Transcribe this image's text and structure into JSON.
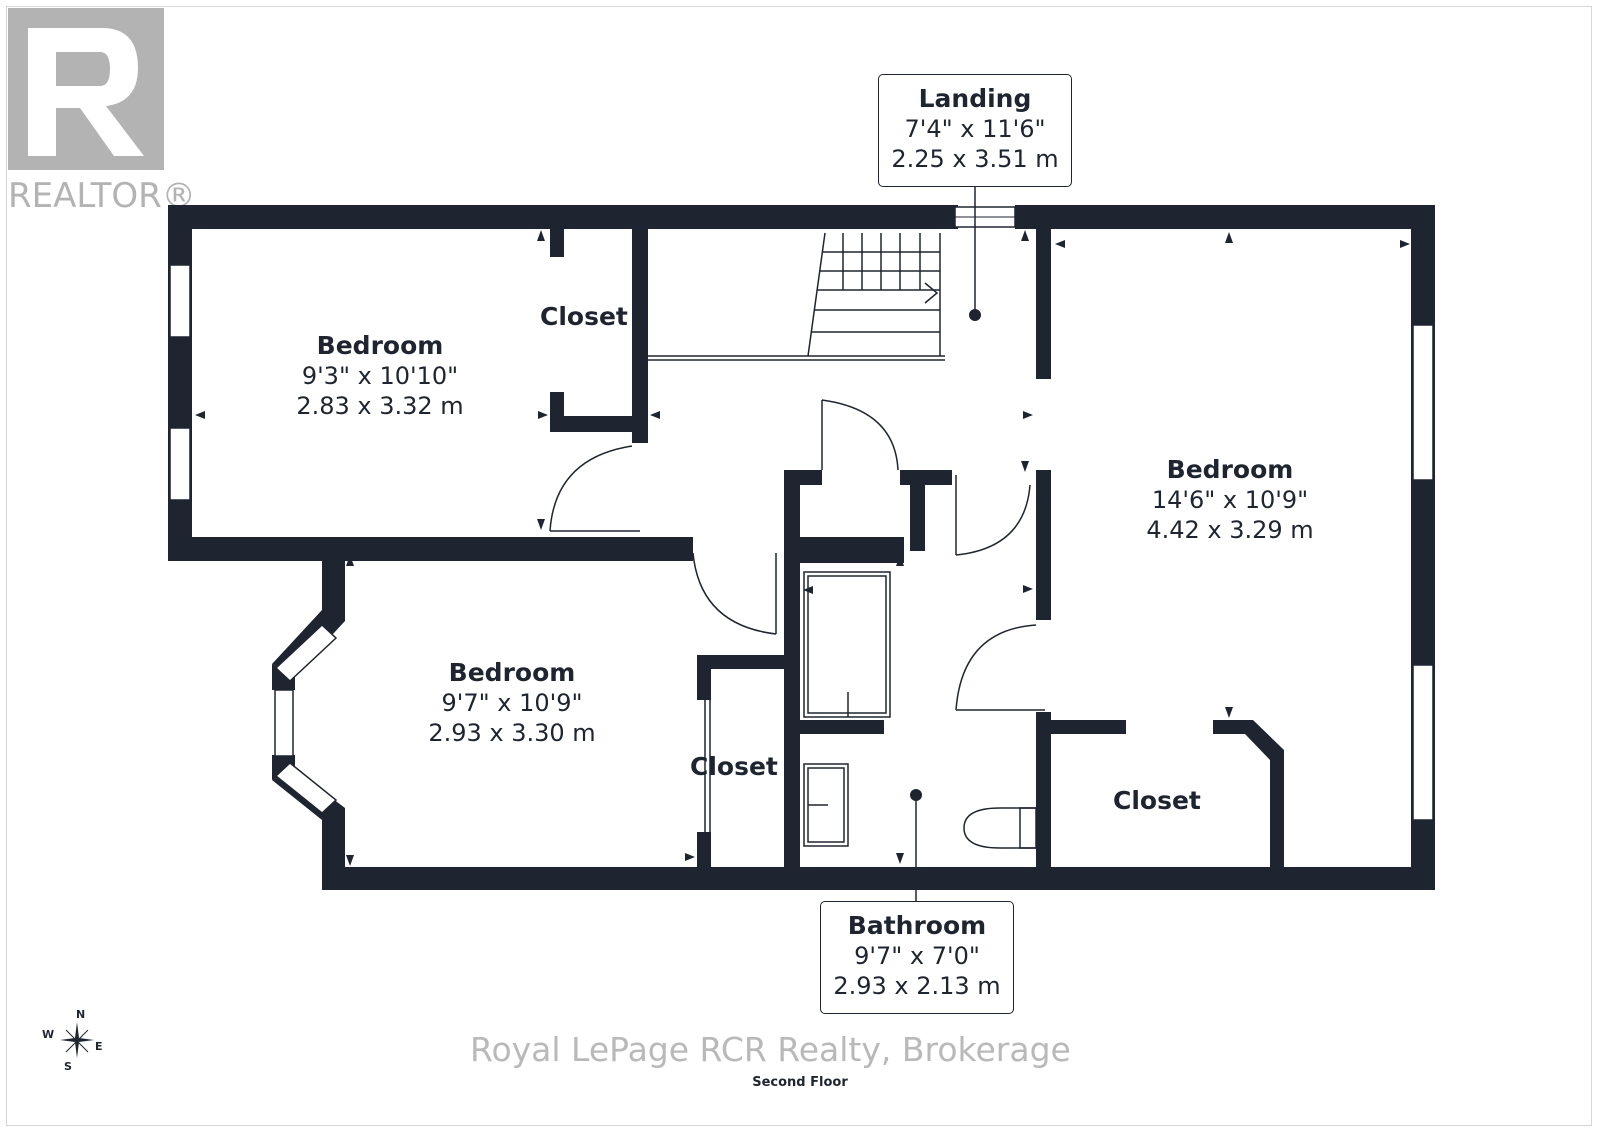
{
  "brand": {
    "logo_text": "REALTOR®",
    "watermark": "Royal LePage RCR Realty, Brokerage"
  },
  "floor": {
    "label": "Second Floor"
  },
  "compass": {
    "n": "N",
    "s": "S",
    "e": "E",
    "w": "W"
  },
  "rooms": {
    "bedroom_nw": {
      "name": "Bedroom",
      "imperial": "9'3\" x 10'10\"",
      "metric": "2.83 x 3.32 m"
    },
    "bedroom_sw": {
      "name": "Bedroom",
      "imperial": "9'7\" x 10'9\"",
      "metric": "2.93 x 3.30 m"
    },
    "bedroom_e": {
      "name": "Bedroom",
      "imperial": "14'6\" x 10'9\"",
      "metric": "4.42 x 3.29 m"
    },
    "landing": {
      "name": "Landing",
      "imperial": "7'4\" x 11'6\"",
      "metric": "2.25 x 3.51 m"
    },
    "bathroom": {
      "name": "Bathroom",
      "imperial": "9'7\" x 7'0\"",
      "metric": "2.93 x 2.13 m"
    }
  },
  "closets": {
    "closet_nw": "Closet",
    "closet_sw": "Closet",
    "closet_e": "Closet"
  },
  "colors": {
    "wall": "#1e2530",
    "logo_gray": "#b3b3b3",
    "frame": "#d6d6d6"
  }
}
